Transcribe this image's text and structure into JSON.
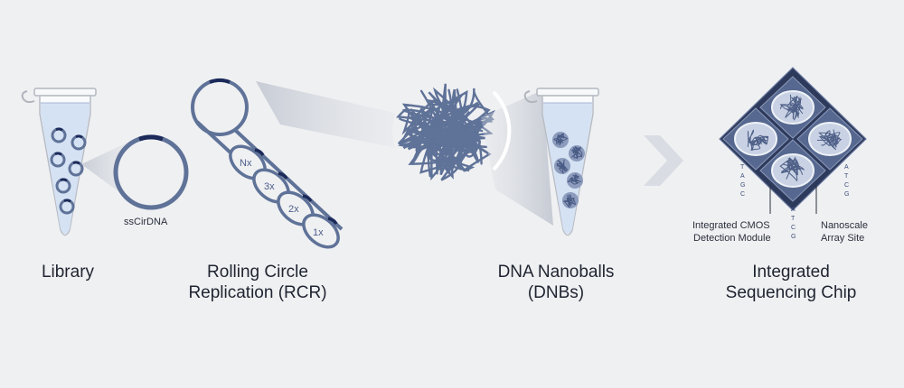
{
  "library": {
    "label": "Library"
  },
  "rcr": {
    "label_line1": "Rolling Circle",
    "label_line2": "Replication (RCR)",
    "template_label": "ssCirDNA",
    "copies": [
      "Nx",
      "3x",
      "2x",
      "1x"
    ]
  },
  "dnb": {
    "label_line1": "DNA Nanoballs",
    "label_line2": "(DNBs)"
  },
  "chip": {
    "label_line1": "Integrated",
    "label_line2": "Sequencing Chip",
    "cmos_line1": "Integrated CMOS",
    "cmos_line2": "Detection Module",
    "site_line1": "Nanoscale",
    "site_line2": "Array Site",
    "seq_left": [
      "T",
      "A",
      "G",
      "C"
    ],
    "seq_mid": [
      "A",
      "T",
      "C",
      "G"
    ],
    "seq_right": [
      "A",
      "T",
      "C",
      "G"
    ]
  },
  "colors": {
    "background": "#eff0f2",
    "dna_blue": "#5f7298",
    "dark_blue": "#1c2a5a",
    "liquid": "#d5e2f3",
    "chip_dark": "#26324f",
    "chip_mid": "#56688f"
  }
}
